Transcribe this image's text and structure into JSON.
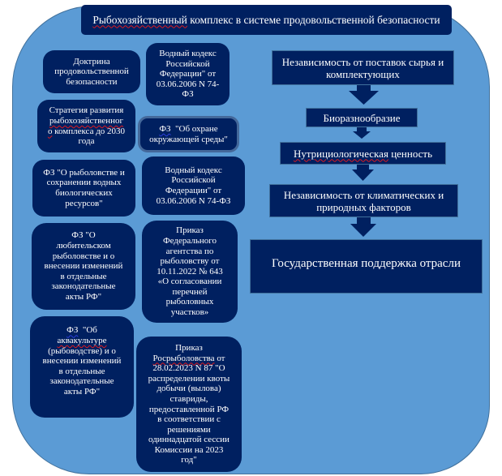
{
  "colors": {
    "background": "#5B9BD5",
    "box_fill": "#002060",
    "outline": "#41719C",
    "text": "#FFFFFF"
  },
  "title": {
    "marked": "Рыбохозяйственный",
    "rest": " комплекс в системе продовольственной безопасности"
  },
  "legal_documents": [
    {
      "text": "Доктрина\nпродовольственной\nбезопасности"
    },
    {
      "text": "Водный кодекс\nРоссийской\nФедерации\" от\n03.06.2006 N 74-\nФЗ"
    },
    {
      "parts": [
        "Стратегия развития\n",
        "рыбохозяйственног\nо",
        " комплекса до 2030\nгода"
      ]
    },
    {
      "parts": [
        "ФЗ",
        "  \"Об охране\nокружающей среды\""
      ]
    },
    {
      "text": "ФЗ \"О рыболовстве и\nсохранении водных\nбиологических\nресурсов\""
    },
    {
      "text": "Водный кодекс\nРоссийской\nФедерации\" от\n03.06.2006 N 74-ФЗ"
    },
    {
      "text": "ФЗ \"О\nлюбительском\nрыболовстве и о\nвнесении изменений\nв отдельные\nзаконодательные\nакты РФ\""
    },
    {
      "text": "Приказ\nФедерального\nагентства по\nрыболовству от\n10.11.2022 № 643\n«О согласовании\nперечней\nрыболовных\nучастков»"
    },
    {
      "parts": [
        "ФЗ",
        "  \"Об\n",
        "аквакультуре",
        "\n(рыбоводстве) и о\nвнесении изменений\nв отдельные\nзаконодательные\nакты РФ\""
      ]
    },
    {
      "parts": [
        "Приказ\n",
        "Росрыболовства",
        " от\n28.02.2023 N 87 \"О\nраспределении квоты\nдобычи (вылова)\nставриды,\nпредоставленной РФ\nв соответствии с\nрешениями\nодиннадцатой сессии\nКомиссии на 2023\nгод\""
      ]
    }
  ],
  "factors": [
    {
      "text": "Независимость от поставок сырья и\nкомплектующих"
    },
    {
      "text": "Биоразнообразие"
    },
    {
      "parts": [
        "Нутрициологическая",
        " ценность"
      ]
    },
    {
      "text": "Независимость от климатических и\nприродных факторов"
    },
    {
      "text": "Государственная поддержка отрасли"
    }
  ]
}
